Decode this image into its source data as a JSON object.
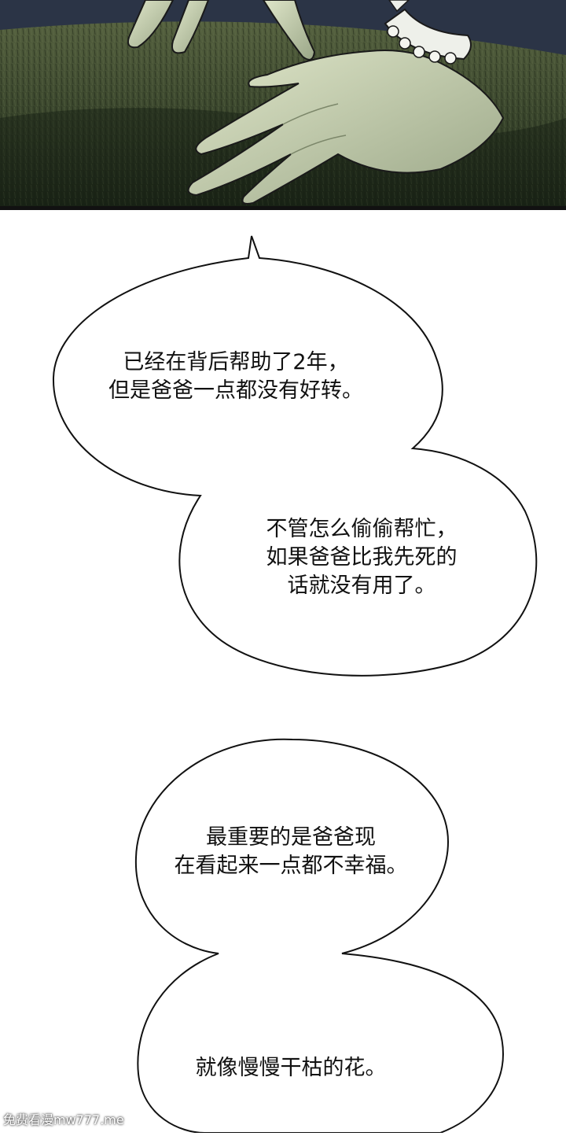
{
  "colors": {
    "panel_dark": "#1e2a1c",
    "panel_mid": "#4e5a3e",
    "hand": "#c9d2b4",
    "night_sky": "#2b3446",
    "bubble_fill": "#ffffff",
    "bubble_stroke": "#111111",
    "text": "#111111"
  },
  "bubbles": [
    {
      "lines": [
        "已经在背后帮助了2年，",
        "但是爸爸一点都没有好转。"
      ]
    },
    {
      "lines": [
        "不管怎么偷偷帮忙，",
        "如果爸爸比我先死的",
        "话就没有用了。"
      ]
    },
    {
      "lines": [
        "最重要的是爸爸现",
        "在看起来一点都不幸福。"
      ]
    },
    {
      "lines": [
        "就像慢慢干枯的花。"
      ]
    }
  ],
  "watermark": "免费看漫mw777.me"
}
